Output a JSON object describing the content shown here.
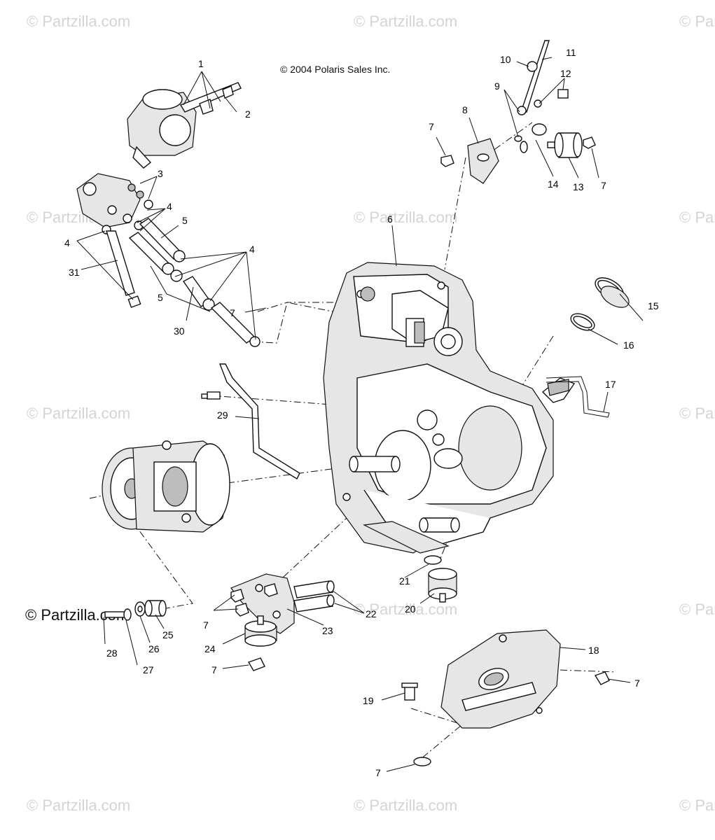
{
  "copyright": "© 2004 Polaris Sales Inc.",
  "watermark": "© Partzilla.com",
  "watermark_dark": "© Partzilla.com",
  "callouts": {
    "c1": "1",
    "c2": "2",
    "c3": "3",
    "c4a": "4",
    "c4b": "4",
    "c4c": "4",
    "c5a": "5",
    "c5b": "5",
    "c6": "6",
    "c7a": "7",
    "c7b": "7",
    "c7c": "7",
    "c7d": "7",
    "c7e": "7",
    "c7f": "7",
    "c7g": "7",
    "c8": "8",
    "c9": "9",
    "c10": "10",
    "c11": "11",
    "c12": "12",
    "c13": "13",
    "c14": "14",
    "c15": "15",
    "c16": "16",
    "c17": "17",
    "c18": "18",
    "c19": "19",
    "c20": "20",
    "c21": "21",
    "c22": "22",
    "c23": "23",
    "c24": "24",
    "c25": "25",
    "c26": "26",
    "c27": "27",
    "c28": "28",
    "c29": "29",
    "c30": "30",
    "c31": "31"
  }
}
